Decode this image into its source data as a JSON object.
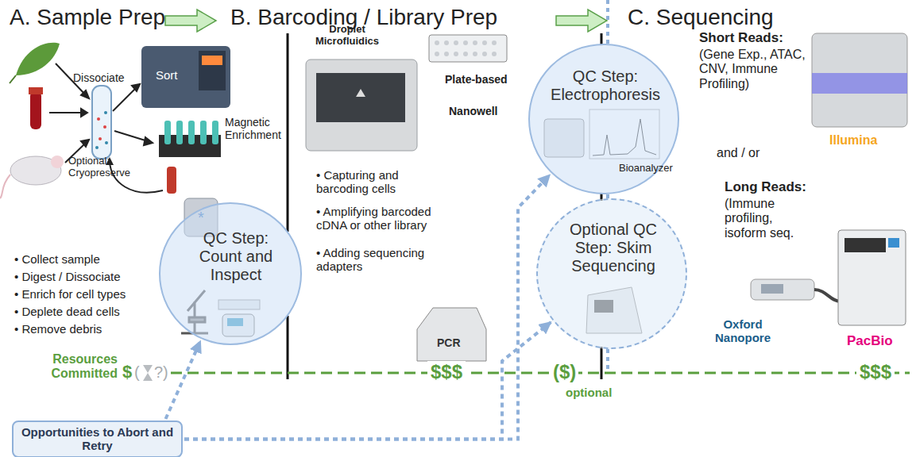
{
  "diagram": {
    "nodes": [
      {
        "text": [
          "QC Step: Count and Inspect"
        ]
      },
      {
        "text": [
          "QC Step: Electrophoresis",
          "Bioanalyzer"
        ]
      },
      {
        "text": [
          "Optional QC Step: Skim Sequencing"
        ]
      },
      {
        "text": [
          "Opportunities to Abort and Retry"
        ]
      }
    ],
    "edges": [
      {
        "from": 3,
        "to": 0,
        "arrow": "to"
      },
      {
        "from": 3,
        "to": 1,
        "arrow": "to"
      },
      {
        "from": 3,
        "to": 2,
        "arrow": "to"
      }
    ],
    "labels": [
      "A. Sample Prep",
      "B. Barcoding / Library Prep",
      "C. Sequencing",
      "Dissociate",
      "Sort",
      "Magnetic Enrichment",
      "Optional: Cryopreserve",
      "• Collect sample",
      "• Digest / Dissociate",
      "• Enrich for cell types",
      "• Deplete dead cells",
      "• Remove debris",
      "Droplet Microfluidics",
      "Plate-based",
      "Nanowell",
      "• Capturing and barcoding cells",
      "• Amplifying barcoded cDNA or other library",
      "• Adding sequencing adapters",
      "PCR",
      "Short Reads:",
      "(Gene Exp., ATAC, CNV, Immune Profiling)",
      "Illumina",
      "and / or",
      "Long Reads:",
      "(Immune profiling, isoform seq.",
      "Oxford Nanopore",
      "PacBio",
      "Resources Committed",
      "$",
      "(",
      "?)",
      "$$$",
      "($)",
      "optional",
      "$$$"
    ]
  }
}
